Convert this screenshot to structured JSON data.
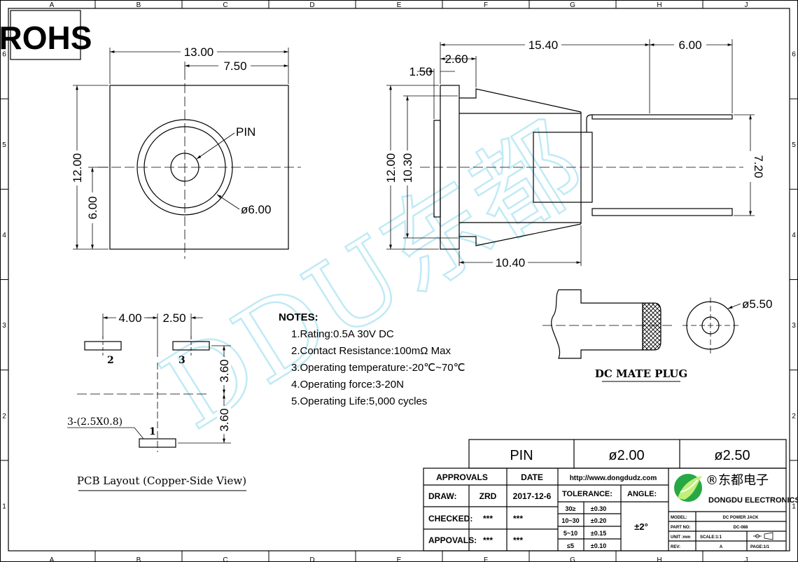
{
  "frame": {
    "columns": [
      "A",
      "B",
      "C",
      "D",
      "E",
      "F",
      "G",
      "H",
      "J"
    ],
    "rows": [
      "6",
      "5",
      "4",
      "3",
      "2",
      "1"
    ]
  },
  "rohs_label": "ROHS",
  "watermark": "DDU东都",
  "front_view": {
    "width_dim": "13.00",
    "half_width_dim": "7.50",
    "height_dim": "12.00",
    "half_height_dim": "6.00",
    "pin_label": "PIN",
    "outer_dia": "ø6.00"
  },
  "side_view": {
    "total_length": "15.40",
    "pin_extension": "6.00",
    "flange_width": "2.60",
    "flange_thickness": "1.50",
    "height": "12.00",
    "inner_height": "10.30",
    "body_length": "10.40",
    "pin_spacing": "7.20"
  },
  "plug": {
    "dia": "ø5.50",
    "label": "DC MATE PLUG"
  },
  "notes": {
    "title": "NOTES:",
    "items": [
      "1.Rating:0.5A 30V DC",
      "2.Contact Resistance:100mΩ Max",
      "3.Operating temperature:-20℃~70℃",
      "4.Operating force:3-20N",
      "5.Operating Life:5,000 cycles"
    ]
  },
  "pcb": {
    "dim_a": "4.00",
    "dim_b": "2.50",
    "dim_c": "3.60",
    "dim_d": "3.60",
    "pad_spec": "3-(2.5X0.8)",
    "pin1": "1",
    "pin2": "2",
    "pin3": "3",
    "title": "PCB Layout (Copper-Side View)"
  },
  "pin_table": {
    "label": "PIN",
    "dia_a": "ø2.00",
    "dia_b": "ø2.50"
  },
  "title_block": {
    "approvals_header": "APPROVALS",
    "date_header": "DATE",
    "draw_label": "DRAW:",
    "draw_name": "ZRD",
    "draw_date": "2017-12-6",
    "checked_label": "CHECKED:",
    "checked_name": "***",
    "checked_date": "***",
    "appovals_label": "APPOVALS:",
    "appovals_name": "***",
    "appovals_date": "***",
    "website": "http://www.dongdudz.com",
    "tolerance_label": "TOLERANCE:",
    "angle_label": "ANGLE:",
    "tol_rows": [
      {
        "range": "30≥",
        "tol": "±0.30"
      },
      {
        "range": "10~30",
        "tol": "±0.20"
      },
      {
        "range": "5~10",
        "tol": "±0.15"
      },
      {
        "range": "≤5",
        "tol": "±0.10"
      }
    ],
    "angle_value": "±2°",
    "company_cn": "®东都电子",
    "company_en": "DONGDU ELECTRONICS",
    "model_label": "MODEL:",
    "model_value": "DC POWER JACK",
    "part_label": "PART NO:",
    "part_value": "DC-088",
    "unit_label": "UNIT :mm",
    "scale_label": "SCALE:1:1",
    "rev_label": "REV:",
    "rev_value": "A",
    "page_label": "PAGE:1/1"
  },
  "colors": {
    "line": "#000000",
    "watermark": "#bfeaf5"
  }
}
